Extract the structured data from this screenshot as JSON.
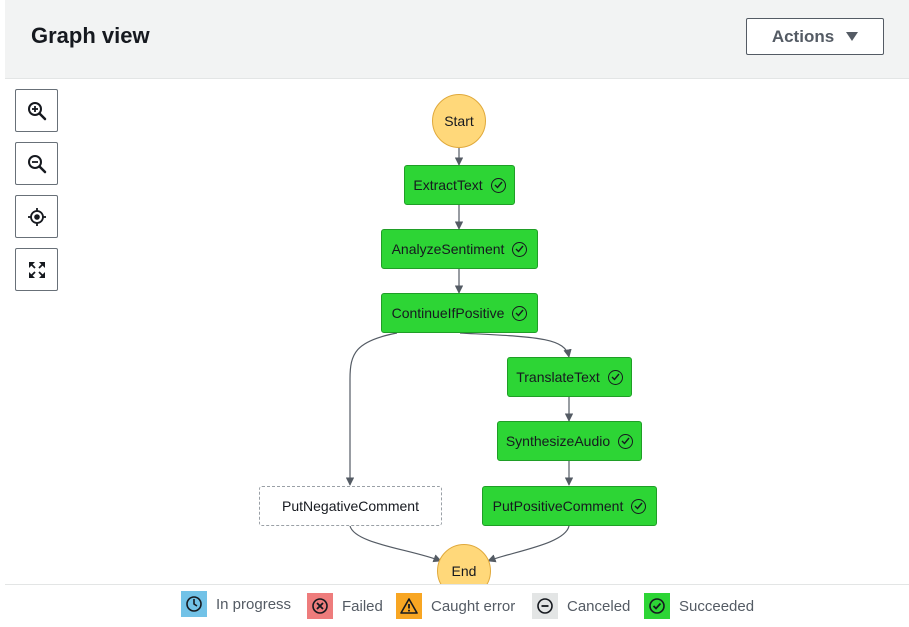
{
  "header": {
    "title": "Graph view",
    "actions_label": "Actions"
  },
  "controls": [
    "zoom-in-icon",
    "zoom-out-icon",
    "center-icon",
    "fit-screen-icon"
  ],
  "graph": {
    "start": "Start",
    "end": "End",
    "states": {
      "extract_text": {
        "label": "ExtractText",
        "status": "Succeeded"
      },
      "analyze_sentiment": {
        "label": "AnalyzeSentiment",
        "status": "Succeeded"
      },
      "continue_if_positive": {
        "label": "ContinueIfPositive",
        "status": "Succeeded"
      },
      "translate_text": {
        "label": "TranslateText",
        "status": "Succeeded"
      },
      "synthesize_audio": {
        "label": "SynthesizeAudio",
        "status": "Succeeded"
      },
      "put_positive_comment": {
        "label": "PutPositiveComment",
        "status": "Succeeded"
      },
      "put_negative_comment": {
        "label": "PutNegativeComment",
        "status": "Not executed"
      }
    }
  },
  "legend": {
    "in_progress": {
      "label": "In progress",
      "color": "#72c2e7",
      "icon": "clock-icon"
    },
    "failed": {
      "label": "Failed",
      "color": "#ee7c7c",
      "icon": "x-circle-icon"
    },
    "caught_error": {
      "label": "Caught error",
      "color": "#f8a623",
      "icon": "warning-icon"
    },
    "canceled": {
      "label": "Canceled",
      "color": "#e3e5e5",
      "icon": "minus-circle-icon"
    },
    "succeeded": {
      "label": "Succeeded",
      "color": "#2dd535",
      "icon": "check-circle-icon"
    }
  }
}
